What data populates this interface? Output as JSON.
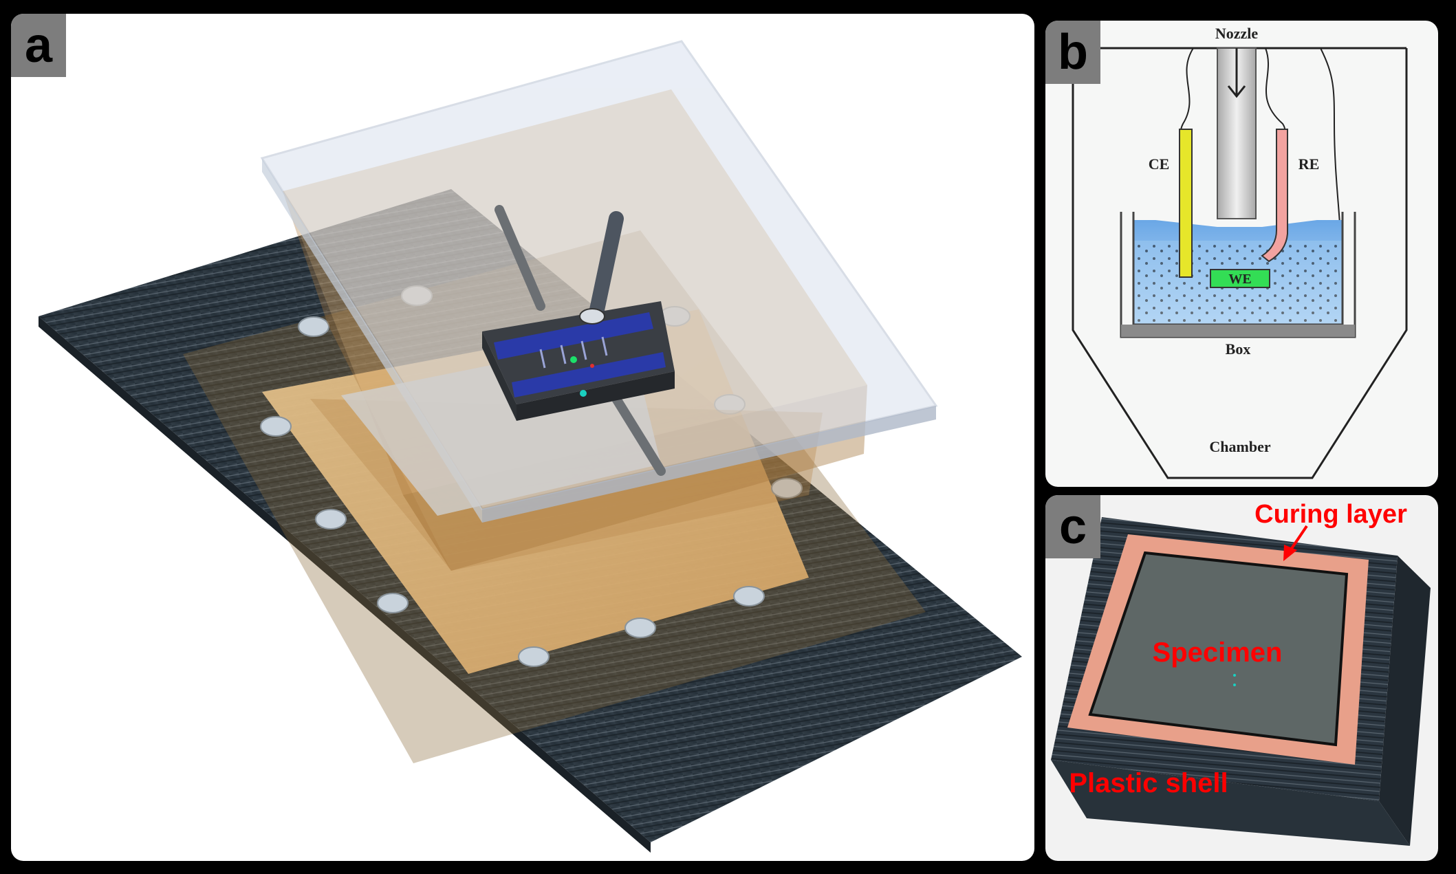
{
  "panels": {
    "a": {
      "letter": "a"
    },
    "b": {
      "letter": "b",
      "labels": {
        "nozzle": "Nozzle",
        "ce": "CE",
        "re": "RE",
        "we": "WE",
        "box": "Box",
        "chamber": "Chamber"
      }
    },
    "c": {
      "letter": "c",
      "labels": {
        "curing_layer": "Curing layer",
        "specimen": "Specimen",
        "plastic_shell": "Plastic shell"
      }
    }
  },
  "colors": {
    "plate_dark": "#2a3540",
    "tan_plate": "#e0b47a",
    "glass": "#cdd6e6",
    "clamp_blue": "#2a3aa8",
    "ce_yellow": "#e6e62a",
    "re_pink": "#f2a3a0",
    "we_green": "#33dd55",
    "solution_blue": "#8fc0ee",
    "curing_salmon": "#e8a08a",
    "specimen_gray": "#5e6766",
    "label_red": "#ff0000"
  }
}
